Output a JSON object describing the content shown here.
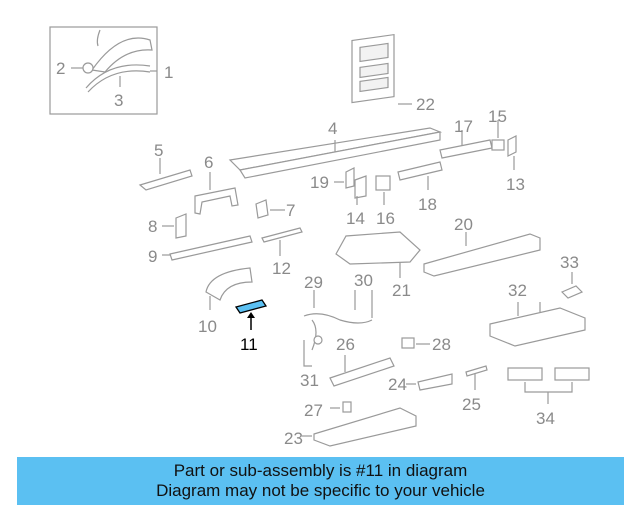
{
  "callouts": {
    "c1": "1",
    "c2": "2",
    "c3": "3",
    "c4": "4",
    "c5": "5",
    "c6": "6",
    "c7": "7",
    "c8": "8",
    "c9": "9",
    "c10": "10",
    "c11": "11",
    "c12": "12",
    "c13": "13",
    "c14": "14",
    "c15": "15",
    "c16": "16",
    "c17": "17",
    "c18": "18",
    "c19": "19",
    "c20": "20",
    "c21": "21",
    "c22": "22",
    "c23": "23",
    "c24": "24",
    "c25": "25",
    "c26": "26",
    "c27": "27",
    "c28": "28",
    "c29": "29",
    "c30": "30",
    "c31": "31",
    "c32": "32",
    "c33": "33",
    "c34": "34"
  },
  "highlighted_part": "11",
  "banner": {
    "line1": "Part or sub-assembly is #11 in diagram",
    "line2": "Diagram may not be specific to your vehicle"
  },
  "colors": {
    "banner_bg": "#5bc0f2",
    "highlight": "#5bc0f2",
    "line_gray": "#9a9a9a"
  }
}
